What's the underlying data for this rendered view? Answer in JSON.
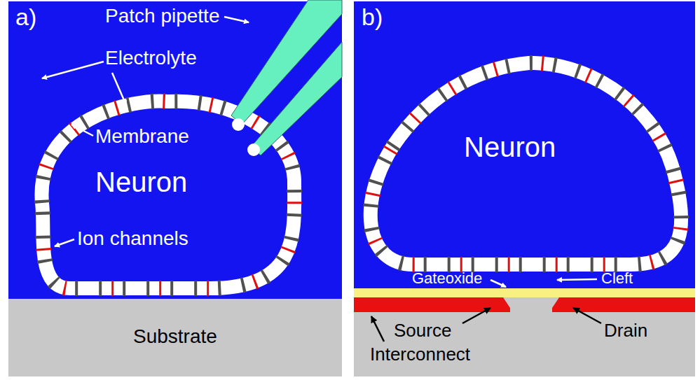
{
  "diagram": {
    "labels": [
      "a)",
      "Patch pipette",
      "Electrolyte",
      "Membrane",
      "Neuron",
      "Ion channels",
      "Substrate",
      "b)",
      "Neuron",
      "Gateoxide",
      "Cleft",
      "Source",
      "Drain",
      "Interconnect"
    ]
  }
}
